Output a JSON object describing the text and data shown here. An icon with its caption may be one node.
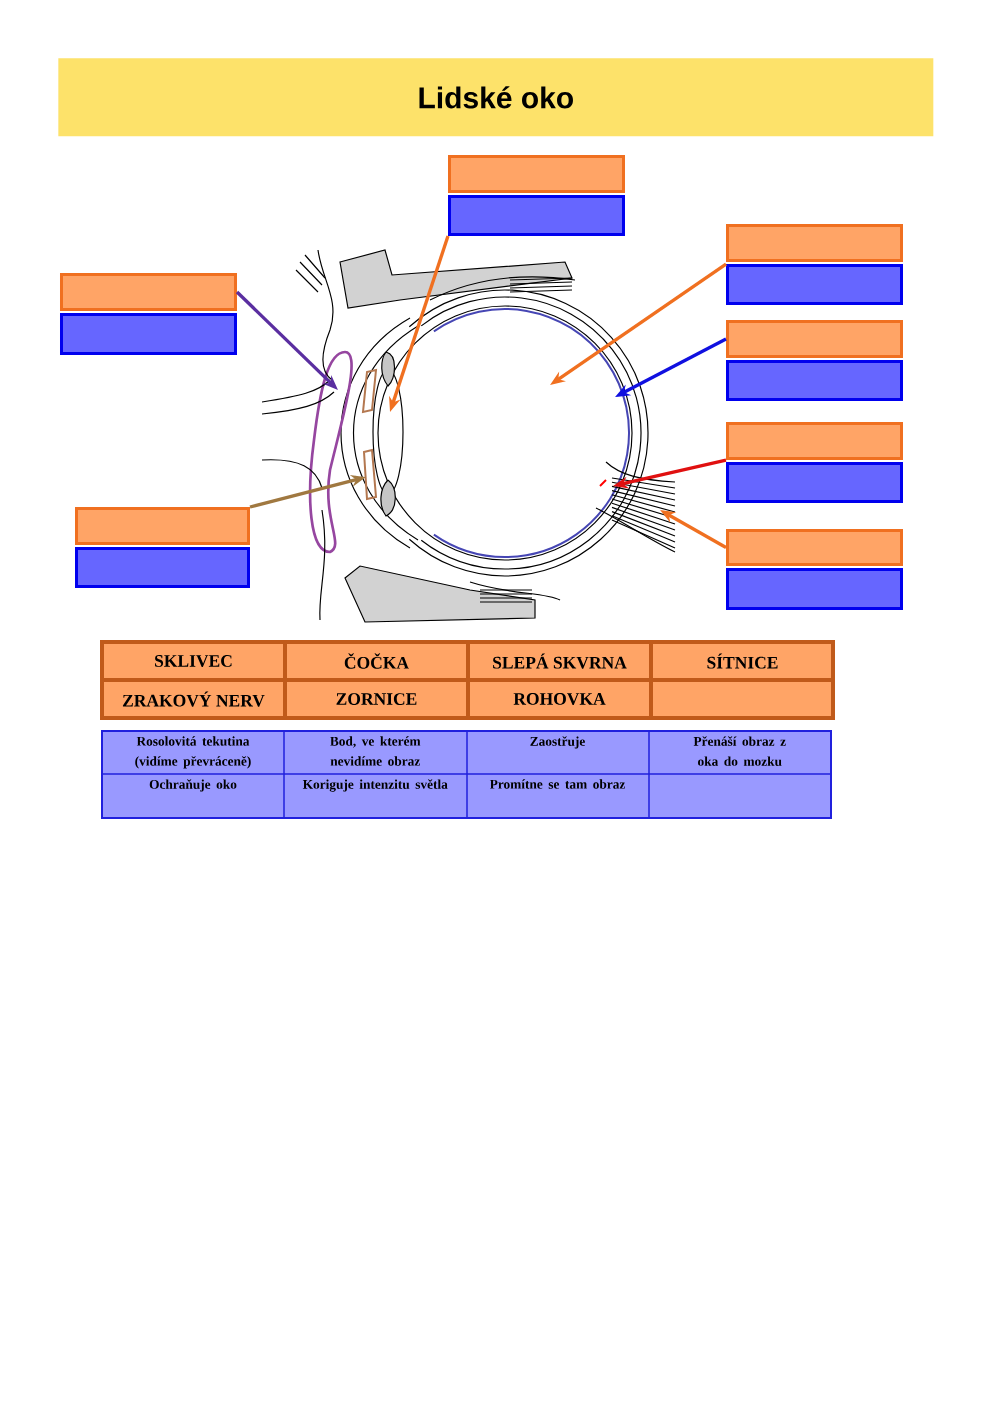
{
  "diagram": {
    "title": "Lidské oko",
    "nodes": [
      {
        "text": [],
        "shape": "box"
      },
      {
        "text": [],
        "shape": "box"
      },
      {
        "text": [],
        "shape": "box"
      },
      {
        "text": [],
        "shape": "box"
      },
      {
        "text": [],
        "shape": "box"
      },
      {
        "text": [],
        "shape": "box"
      },
      {
        "text": [],
        "shape": "box"
      },
      {
        "text": [],
        "shape": "box"
      },
      {
        "text": [],
        "shape": "box"
      },
      {
        "text": [],
        "shape": "box"
      },
      {
        "text": [],
        "shape": "box"
      },
      {
        "text": [],
        "shape": "box"
      },
      {
        "text": [],
        "shape": "box"
      },
      {
        "text": [],
        "shape": "box"
      }
    ],
    "edges": [
      {
        "from": 1,
        "to": null,
        "arrow": "to"
      },
      {
        "from": 3,
        "to": null,
        "arrow": "to"
      },
      {
        "from": 4,
        "to": null,
        "arrow": "to",
        "color": "#5a2ea0"
      },
      {
        "from": 6,
        "to": null,
        "arrow": "to",
        "color": "#1010e0"
      },
      {
        "from": 8,
        "to": null,
        "arrow": "to",
        "color": "#e01010"
      },
      {
        "from": 10,
        "to": null,
        "arrow": "to",
        "color": "#a07840"
      },
      {
        "from": 12,
        "to": null,
        "arrow": "to"
      }
    ],
    "labels": [
      "SKLIVEC",
      "ČOČKA",
      "SLEPÁ SKVRNA",
      "SÍTNICE",
      "ZRAKOVÝ NERV",
      "ZORNICE",
      "ROHOVKA",
      "Rosolovitá tekutina (vidíme převráceně)",
      "Bod, ve kterém nevidíme obraz",
      "Zaostřuje",
      "Přenáší obraz z oka do mozku",
      "Ochraňuje oko",
      "Koriguje intenzitu světla",
      "Promítne se tam obraz"
    ]
  }
}
